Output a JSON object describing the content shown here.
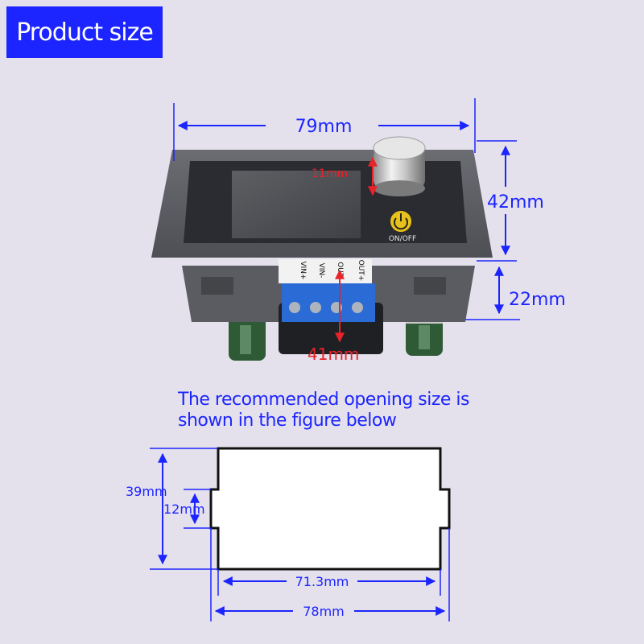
{
  "header": {
    "title": "Product size"
  },
  "device": {
    "width_label": "79mm",
    "height_label": "42mm",
    "knob_label": "11mm",
    "terminal_height_label": "22mm",
    "terminal_width_label": "41mm",
    "button_label": "ON/OFF",
    "terminals": [
      "VIN+",
      "VIN-",
      "OUT-",
      "OUT+"
    ]
  },
  "note": {
    "line1": "The recommended opening size is",
    "line2": "shown in the figure below"
  },
  "opening": {
    "height_label": "39mm",
    "notch_label": "12mm",
    "inner_width_label": "71.3mm",
    "outer_width_label": "78mm"
  },
  "colors": {
    "title_bg": "#1c25ff",
    "dimension_blue": "#1c25ff",
    "dimension_red": "#e8232a",
    "background": "#e5e1ec"
  }
}
